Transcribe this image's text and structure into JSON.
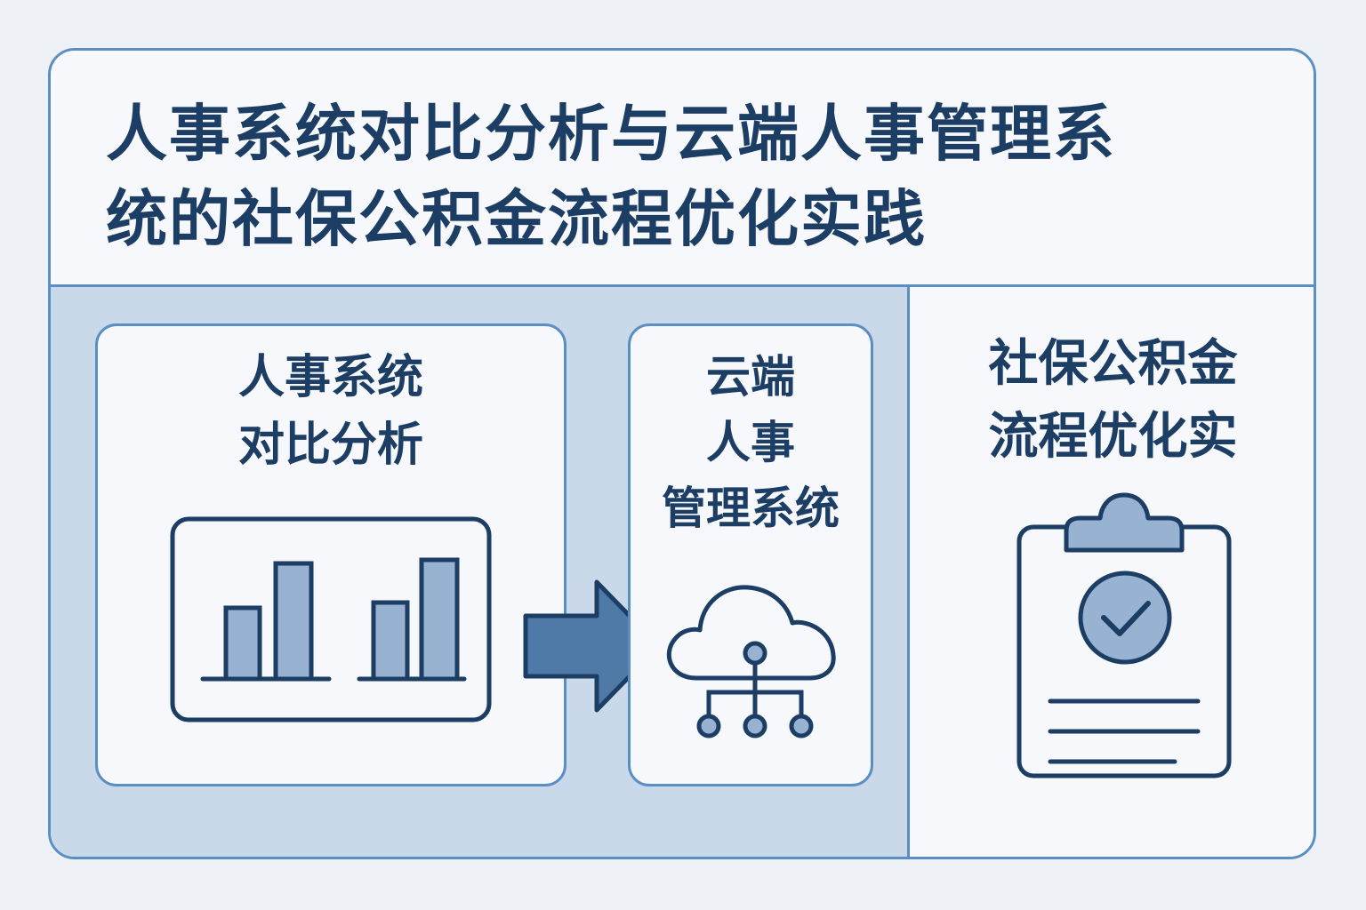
{
  "title": {
    "line1": "人事系统对比分析与云端人事管理系",
    "line2": "统的社保公积金流程优化实践"
  },
  "card_a": {
    "line1": "人事系统",
    "line2": "对比分析",
    "icon": "bar-chart-icon"
  },
  "card_b": {
    "line1": "云端",
    "line2": "人事",
    "line3": "管理系统",
    "icon": "cloud-network-icon"
  },
  "arrow": {
    "icon": "arrow-right-icon"
  },
  "right": {
    "line1": "社保公积金",
    "line2": "流程优化实",
    "icon": "clipboard-check-icon"
  },
  "colors": {
    "navy": "#1c3d64",
    "border_blue": "#5b8ec3",
    "panel_blue": "#c9d9e9",
    "fill_blue": "#98b3d2",
    "arrow_blue": "#4f7aa7"
  }
}
